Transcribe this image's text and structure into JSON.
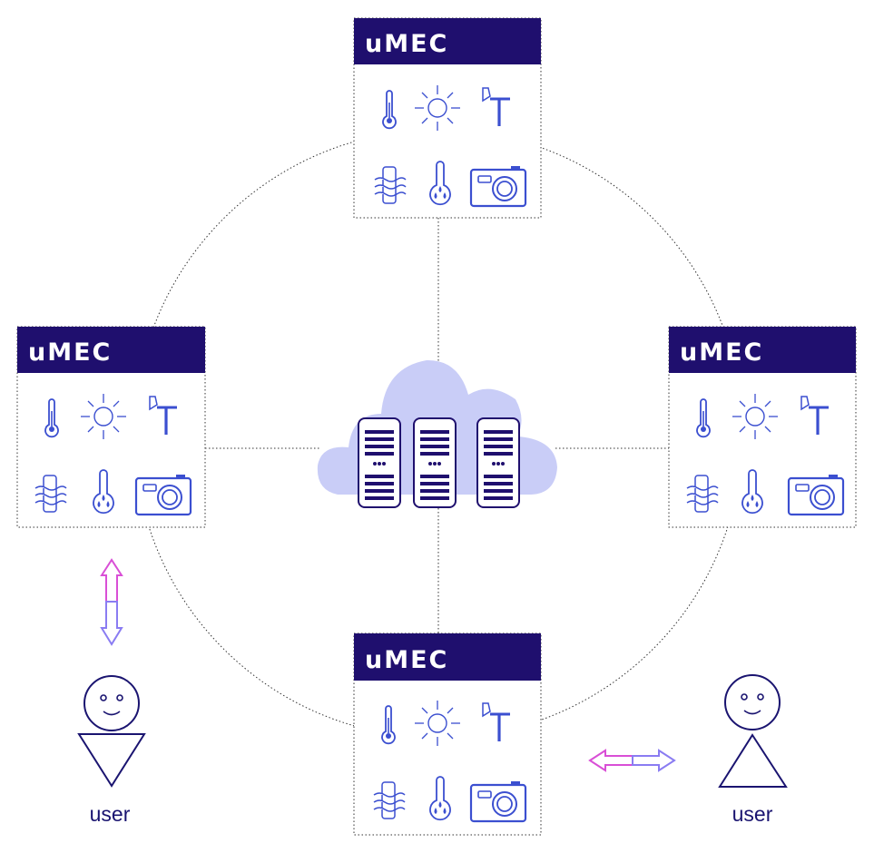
{
  "nodes": [
    {
      "id": "top",
      "title": "uMEC"
    },
    {
      "id": "left",
      "title": "uMEC"
    },
    {
      "id": "right",
      "title": "uMEC"
    },
    {
      "id": "bottom",
      "title": "uMEC"
    }
  ],
  "node_sensors": [
    "thermometer-icon",
    "sun-icon",
    "wind-vane-icon",
    "humidity-sensor-icon",
    "rain-gauge-icon",
    "camera-icon"
  ],
  "center": {
    "icon": "cloud-server-icon",
    "server_count": 3
  },
  "users": [
    {
      "id": "user-left",
      "label": "user",
      "shape": "inverted-triangle"
    },
    {
      "id": "user-right",
      "label": "user",
      "shape": "triangle"
    }
  ],
  "colors": {
    "header_bg": "#1f0f6e",
    "header_text": "#ffffff",
    "icon_stroke": "#3b4fd0",
    "server": "#1f0f6e",
    "cloud": "#c9cdf7",
    "arrow_pink": "#d94fd6",
    "arrow_violet": "#8a7cf2",
    "user_stroke": "#1a1470",
    "connector": "#333333"
  }
}
